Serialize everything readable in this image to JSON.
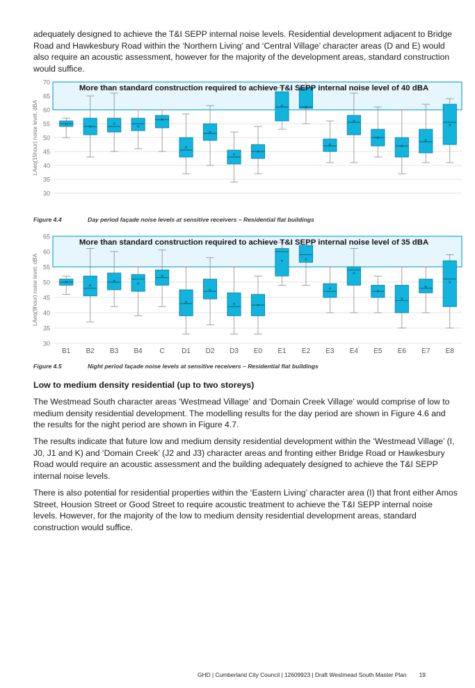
{
  "intro_paragraph": "adequately designed to achieve the T&I SEPP internal noise levels. Residential development adjacent to Bridge Road and Hawkesbury Road within the ‘Northern Living’ and ‘Central Village’ character areas (D and E) would also require an acoustic assessment, however for the majority of the development areas, standard construction would suffice.",
  "figure_4_4": {
    "number": "Figure 4.4",
    "title": "Day period façade noise levels at sensitive receivers – Residential flat buildings"
  },
  "figure_4_5": {
    "number": "Figure 4.5",
    "title": "Night period façade noise levels at sensitive receivers – Residential flat buildings"
  },
  "section_heading": "Low to medium density residential (up to two storeys)",
  "paragraphs": [
    "The Westmead South character areas ‘Westmead Village’ and ‘Domain Creek Village’ would comprise of low to medium density residential development. The modelling results for the day period are shown in Figure 4.6 and the results for the night period are shown in Figure 4.7.",
    "The results indicate that future low and medium density residential development within the ‘Westmead Village’ (I, J0, J1 and K) and ‘Domain Creek’ (J2 and J3) character areas and fronting either Bridge Road or Hawkesbury Road would require an acoustic assessment and the building adequately designed to achieve the T&I SEPP internal noise levels.",
    "There is also potential for residential properties within the ‘Eastern Living’ character area (I) that front either Amos Street, Housion Street or Good Street to require acoustic treatment to achieve the T&I SEPP internal noise levels. However, for the majority of the low to medium density residential development areas, standard construction would suffice."
  ],
  "footer": {
    "text": "GHD | Cumberland City Council | 12609923 | Draft Westmead South Master Plan",
    "page": "19"
  },
  "colors": {
    "box_fill": "#12b3dc",
    "box_stroke": "#0a7fa3",
    "highlight_stroke": "#1aa6d6",
    "highlight_fill": "#e6f6fc"
  },
  "chart_data": [
    {
      "type": "box",
      "ylabel": "LAeq(15hour) noise level, dBA",
      "ylim": [
        30,
        70
      ],
      "yticks": [
        30,
        35,
        40,
        45,
        50,
        55,
        60,
        65,
        70
      ],
      "categories": [
        "B1",
        "B2",
        "B3",
        "B4",
        "C",
        "D1",
        "D2",
        "D3",
        "E0",
        "E1",
        "E2",
        "E3",
        "E4",
        "E5",
        "E6",
        "E7",
        "E8"
      ],
      "threshold": 60,
      "threshold_label": "More than standard construction required to achieve T&I SEPP internal noise level of 40 dBA",
      "boxes": [
        {
          "min": 50,
          "q1": 54,
          "median": 55,
          "q3": 56,
          "max": 57,
          "mean": 55
        },
        {
          "min": 43,
          "q1": 51,
          "median": 54,
          "q3": 57,
          "max": 65,
          "mean": 54
        },
        {
          "min": 45,
          "q1": 52,
          "median": 54,
          "q3": 57,
          "max": 66,
          "mean": 55
        },
        {
          "min": 46,
          "q1": 52.5,
          "median": 55,
          "q3": 57,
          "max": 60,
          "mean": 54
        },
        {
          "min": 45,
          "q1": 53.5,
          "median": 56.5,
          "q3": 58,
          "max": 60,
          "mean": 56.5
        },
        {
          "min": 37,
          "q1": 43,
          "median": 45.5,
          "q3": 50,
          "max": 58.5,
          "mean": 46.5
        },
        {
          "min": 40,
          "q1": 49,
          "median": 51.5,
          "q3": 55,
          "max": 61.5,
          "mean": 52
        },
        {
          "min": 34,
          "q1": 40.5,
          "median": 43,
          "q3": 45.5,
          "max": 52,
          "mean": 44
        },
        {
          "min": 37,
          "q1": 42.5,
          "median": 45,
          "q3": 47.5,
          "max": 54,
          "mean": 45
        },
        {
          "min": 53,
          "q1": 56,
          "median": 61,
          "q3": 66.5,
          "max": 68,
          "mean": 61.5
        },
        {
          "min": 55,
          "q1": 60.5,
          "median": 61,
          "q3": 68,
          "max": 70,
          "mean": 61
        },
        {
          "min": 41,
          "q1": 45,
          "median": 47,
          "q3": 49.5,
          "max": 56,
          "mean": 47.5
        },
        {
          "min": 41,
          "q1": 51,
          "median": 55.5,
          "q3": 58,
          "max": 66,
          "mean": 56
        },
        {
          "min": 43,
          "q1": 47,
          "median": 50,
          "q3": 53,
          "max": 61,
          "mean": 50
        },
        {
          "min": 37,
          "q1": 43,
          "median": 47,
          "q3": 50,
          "max": 60,
          "mean": 47
        },
        {
          "min": 41,
          "q1": 44.5,
          "median": 48.5,
          "q3": 53,
          "max": 62,
          "mean": 49
        },
        {
          "min": 41,
          "q1": 47.5,
          "median": 55.5,
          "q3": 62,
          "max": 64,
          "mean": 54.5
        }
      ]
    },
    {
      "type": "box",
      "ylabel": "LAeq(9hour) noise level, dBA",
      "ylim": [
        30,
        65
      ],
      "yticks": [
        30,
        35,
        40,
        45,
        50,
        55,
        60,
        65
      ],
      "categories": [
        "B1",
        "B2",
        "B3",
        "B4",
        "C",
        "D1",
        "D2",
        "D3",
        "E0",
        "E1",
        "E2",
        "E3",
        "E4",
        "E5",
        "E6",
        "E7",
        "E8"
      ],
      "threshold": 55,
      "threshold_label": "More than standard construction required to achieve T&I SEPP internal noise level of 35 dBA",
      "boxes": [
        {
          "min": 46,
          "q1": 49,
          "median": 50,
          "q3": 51,
          "max": 52,
          "mean": 50
        },
        {
          "min": 37,
          "q1": 45.5,
          "median": 48,
          "q3": 52,
          "max": 61,
          "mean": 49
        },
        {
          "min": 42,
          "q1": 47.5,
          "median": 50,
          "q3": 53,
          "max": 60,
          "mean": 50.5
        },
        {
          "min": 39,
          "q1": 47,
          "median": 51,
          "q3": 52.5,
          "max": 55,
          "mean": 49.5
        },
        {
          "min": 42,
          "q1": 49,
          "median": 51.5,
          "q3": 54,
          "max": 60.5,
          "mean": 52
        },
        {
          "min": 33,
          "q1": 39,
          "median": 43,
          "q3": 47.5,
          "max": 55,
          "mean": 43.5
        },
        {
          "min": 36,
          "q1": 44.5,
          "median": 47,
          "q3": 51,
          "max": 58,
          "mean": 47.5
        },
        {
          "min": 33,
          "q1": 39,
          "median": 42,
          "q3": 46.5,
          "max": 55,
          "mean": 43
        },
        {
          "min": 33,
          "q1": 39,
          "median": 42.5,
          "q3": 46,
          "max": 52,
          "mean": 42.5
        },
        {
          "min": 49,
          "q1": 52,
          "median": 60,
          "q3": 61,
          "max": 63,
          "mean": 57
        },
        {
          "min": 49,
          "q1": 56.5,
          "median": 59,
          "q3": 62,
          "max": 62,
          "mean": 57.5
        },
        {
          "min": 40,
          "q1": 45,
          "median": 47,
          "q3": 49.5,
          "max": 55,
          "mean": 48
        },
        {
          "min": 40,
          "q1": 49,
          "median": 54,
          "q3": 55,
          "max": 61,
          "mean": 53
        },
        {
          "min": 40,
          "q1": 45,
          "median": 47,
          "q3": 49,
          "max": 52,
          "mean": 47
        },
        {
          "min": 35,
          "q1": 40,
          "median": 44,
          "q3": 49,
          "max": 55,
          "mean": 44.5
        },
        {
          "min": 40,
          "q1": 46.5,
          "median": 48,
          "q3": 51,
          "max": 55,
          "mean": 48.5
        },
        {
          "min": 35,
          "q1": 42,
          "median": 51,
          "q3": 57,
          "max": 59,
          "mean": 50
        }
      ]
    }
  ]
}
